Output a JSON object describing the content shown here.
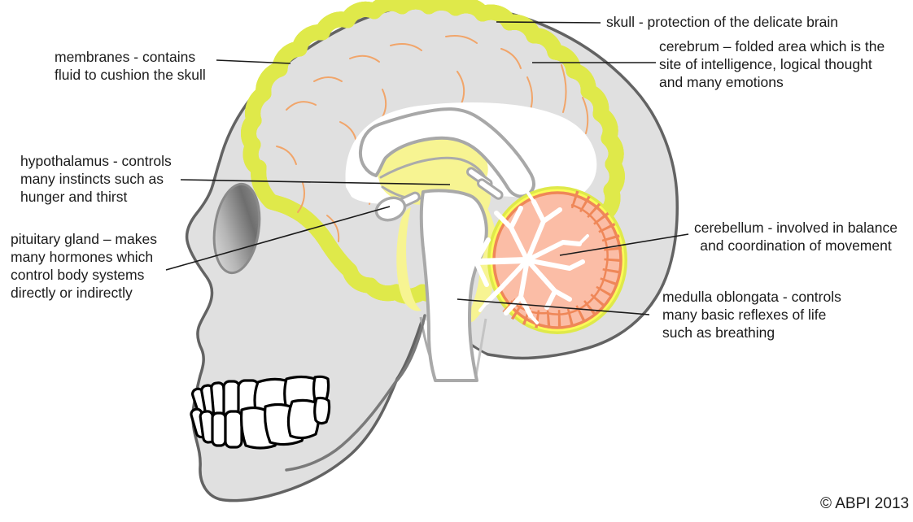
{
  "diagram": {
    "subject": "human brain side-view anatomy diagram"
  },
  "labels": {
    "skull": "skull - protection of the delicate brain",
    "cerebrum": "cerebrum – folded area which is the\nsite of intelligence, logical thought\nand many emotions",
    "membranes": "membranes - contains\nfluid to cushion the skull",
    "hypothalamus": "hypothalamus - controls\nmany instincts such as\nhunger and thirst",
    "pituitary_gland": "pituitary gland – makes\nmany hormones which\ncontrol body systems\ndirectly or indirectly",
    "cerebellum": "cerebellum - involved in balance\nand coordination of movement",
    "medulla_oblongata": "medulla oblongata - controls\nmany basic reflexes of life\nsuch as breathing"
  },
  "credit": "© ABPI 2013",
  "colors": {
    "skull_fill": "#E0E0E0",
    "skull_outline": "#636363",
    "cerebrum_fill": "#FAC694",
    "cerebrum_folds": "#F2A264",
    "membrane_yellow": "#FBFB58",
    "membrane_edge": "#DFE94A",
    "thalamus_yellow": "#F7F492",
    "cerebellum_fill": "#FBBDA6",
    "cerebellum_outline": "#EF8758",
    "structure_outline": "#A9A9A9",
    "label_line": "#1A1A1A",
    "text": "#1B1B1B"
  }
}
